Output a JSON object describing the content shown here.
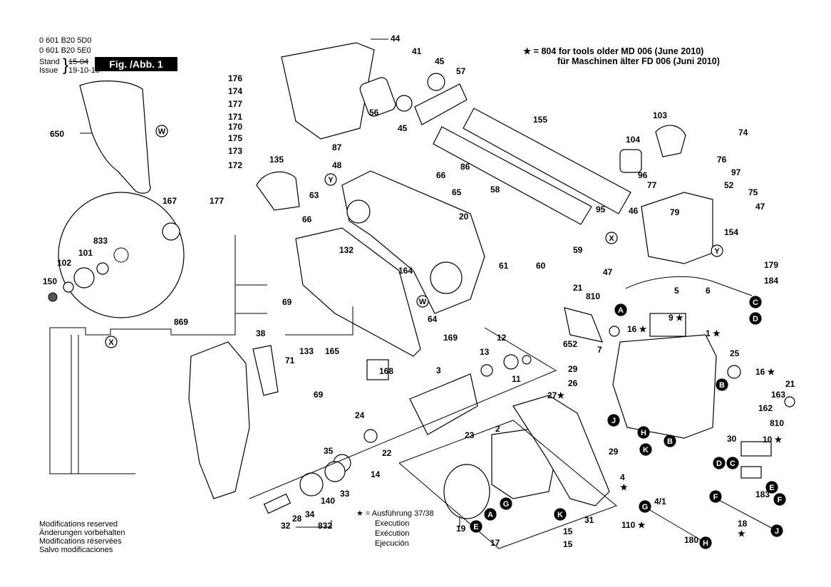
{
  "header": {
    "code_a": "0 601 B20 5D0",
    "code_b": "0 601 B20 5E0",
    "stand_label": "Stand",
    "stand_value": "15-04",
    "issue_label": "Issue",
    "issue_value": "19-10-16",
    "fig_label": "Fig. /Abb. 1"
  },
  "notes": {
    "star_line1": "★ = 804 for tools older MD 006 (June 2010)",
    "star_line2": "für Maschinen älter FD 006 (Juni 2010)",
    "exec_line1": "★ = Ausführung 37/38",
    "exec_line2": "Execution",
    "exec_line3": "Exécution",
    "exec_line4": "Ejecución"
  },
  "footer": {
    "line1": "Modifications reserved",
    "line2": "Änderungen vorbehalten",
    "line3": "Modifications réservées",
    "line4": "Salvo modificaciones"
  },
  "labels": [
    "44",
    "41",
    "45",
    "57",
    "176",
    "174",
    "177",
    "171",
    "170",
    "175",
    "173",
    "172",
    "650",
    "56",
    "45",
    "87",
    "48",
    "86",
    "155",
    "103",
    "74",
    "104",
    "76",
    "135",
    "66",
    "97",
    "96",
    "77",
    "52",
    "75",
    "63",
    "65",
    "58",
    "95",
    "46",
    "79",
    "47",
    "167",
    "177",
    "833",
    "101",
    "102",
    "150",
    "20",
    "66",
    "132",
    "154",
    "59",
    "179",
    "47",
    "184",
    "164",
    "61",
    "60",
    "5",
    "6",
    "21",
    "810",
    "64",
    "9 ★",
    "16 ★",
    "69",
    "652",
    "7",
    "1 ★",
    "25",
    "869",
    "38",
    "71",
    "133",
    "165",
    "169",
    "12",
    "13",
    "168",
    "11",
    "29",
    "16 ★",
    "26",
    "3",
    "27★",
    "21",
    "163",
    "162",
    "810",
    "69",
    "24",
    "22",
    "23",
    "2",
    "30",
    "10 ★",
    "35",
    "14",
    "29",
    "4",
    "★",
    "183",
    "32",
    "28",
    "34",
    "140",
    "33",
    "832",
    "4/1",
    "31",
    "18",
    "★",
    "19",
    "15",
    "17",
    "15",
    "180",
    "110 ★"
  ],
  "badges": {
    "w1": "W",
    "w2": "W",
    "y1": "Y",
    "y2": "Y",
    "x1": "X",
    "x2": "X",
    "a1": "A",
    "a2": "A",
    "b1": "B",
    "b2": "B",
    "c1": "C",
    "c2": "C",
    "d1": "D",
    "d2": "D",
    "e1": "E",
    "e2": "E",
    "f1": "F",
    "f2": "F",
    "g1": "G",
    "g2": "G",
    "h1": "H",
    "h2": "H",
    "j1": "J",
    "j2": "J",
    "k1": "K",
    "k2": "K"
  }
}
